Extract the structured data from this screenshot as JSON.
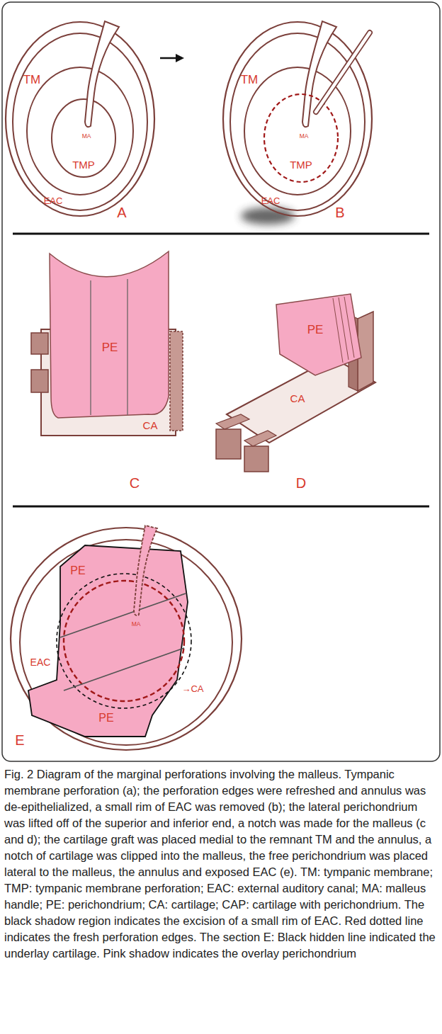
{
  "diagram": {
    "caption": "Fig. 2 Diagram of the marginal perforations involving the malleus. Tympanic membrane perforation (a); the perforation edges were refreshed and annulus was de-epithelialized, a small rim of EAC was removed (b); the lateral perichondrium was lifted off of the superior and inferior end, a notch was made for the malleus (c and d); the cartilage graft was placed medial to the remnant TM and the annulus, a notch of cartilage was clipped into the malleus, the free perichondrium was placed lateral to the malleus, the annulus and exposed EAC (e). TM: tympanic membrane; TMP: tympanic membrane perforation; EAC: external auditory canal; MA: malleus handle; PE: perichondrium; CA: cartilage; CAP: cartilage with perichondrium. The black shadow region indicates the excision of a small rim of EAC. Red dotted line indicates the fresh perforation edges. The section E: Black hidden line indicated the underlay cartilage. Pink shadow indicates the overlay perichondrium",
    "labels": [
      "TM",
      "MA",
      "TMP",
      "EAC",
      "A",
      "TM",
      "MA",
      "TMP",
      "EAC",
      "B",
      "PE",
      "CA",
      "C",
      "PE",
      "CA",
      "D",
      "PE",
      "MA",
      "EAC",
      "→CA",
      "PE",
      "E"
    ]
  }
}
